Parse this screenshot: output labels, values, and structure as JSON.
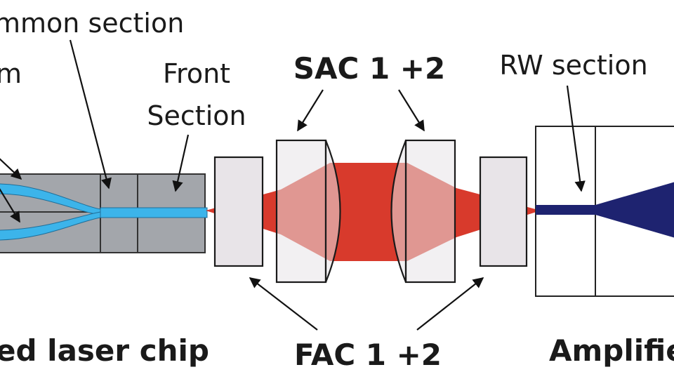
{
  "labels": {
    "common_section": "mmon section",
    "beam": "m",
    "front_section_line1": "Front",
    "front_section_line2": "Section",
    "sac": "SAC 1 +2",
    "rw_section": "RW section",
    "laser_chip": "ed laser chip",
    "fac": "FAC 1 +2",
    "amplifier": "Amplifie"
  },
  "colors": {
    "chip_fill": "#a3a6ab",
    "waveguide": "#3cb4ea",
    "beam_red": "#d83a2c",
    "amplifier_beam": "#1e2370",
    "lens_fill": "#e8e4e8",
    "outline": "#1a1a1a"
  }
}
